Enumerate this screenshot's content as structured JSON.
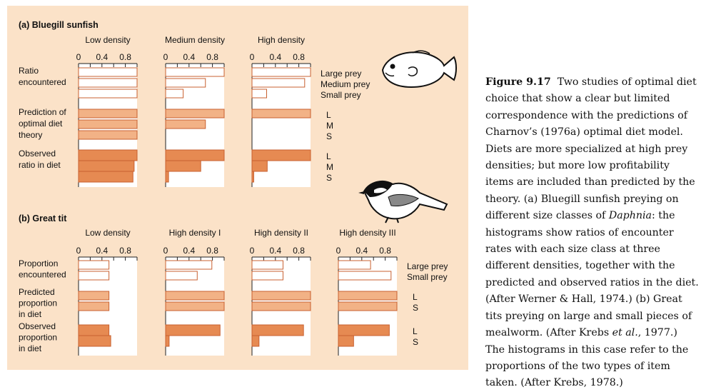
{
  "colors": {
    "panel_bg": "#fbe2c8",
    "box_bg": "#ffffff",
    "encountered_fill": "#ffffff",
    "predicted_fill": "#f2b286",
    "observed_fill": "#e68a52",
    "bar_stroke": "#c86030",
    "axis": "#222222"
  },
  "icons": [
    "sunfish-illustration",
    "great-tit-illustration"
  ],
  "chart_data": [
    {
      "type": "bar",
      "orientation": "horizontal",
      "title": "(a) Bluegill sunfish",
      "xlim": [
        0,
        1
      ],
      "ticks": [
        "0",
        "0.4",
        "0.8"
      ],
      "densities": [
        "Low density",
        "Medium density",
        "High density"
      ],
      "groups": [
        {
          "label": "Ratio encountered",
          "label_lines": [
            "Ratio",
            "encountered"
          ],
          "style": "encountered",
          "side_labels": [
            "Large prey",
            "Medium prey",
            "Small prey"
          ],
          "values": [
            [
              1.0,
              1.0,
              1.0
            ],
            [
              1.0,
              0.68,
              0.3
            ],
            [
              1.0,
              0.9,
              0.25
            ]
          ]
        },
        {
          "label": "Prediction of optimal diet theory",
          "label_lines": [
            "Prediction of",
            "optimal diet",
            "theory"
          ],
          "style": "predicted",
          "side_labels": [
            "L",
            "M",
            "S"
          ],
          "values": [
            [
              1.0,
              1.0,
              1.0
            ],
            [
              1.0,
              0.68,
              0.0
            ],
            [
              1.0,
              0.0,
              0.0
            ]
          ]
        },
        {
          "label": "Observed ratio in diet",
          "label_lines": [
            "Observed",
            "ratio in diet"
          ],
          "style": "observed",
          "side_labels": [
            "L",
            "M",
            "S"
          ],
          "values": [
            [
              1.0,
              0.95,
              0.93
            ],
            [
              1.0,
              0.6,
              0.05
            ],
            [
              1.0,
              0.26,
              0.03
            ]
          ]
        }
      ]
    },
    {
      "type": "bar",
      "orientation": "horizontal",
      "title": "(b) Great tit",
      "xlim": [
        0,
        1
      ],
      "ticks": [
        "0",
        "0.4",
        "0.8"
      ],
      "densities": [
        "Low density",
        "High density I",
        "High density II",
        "High density III"
      ],
      "groups": [
        {
          "label": "Proportion encountered",
          "label_lines": [
            "Proportion",
            "encountered"
          ],
          "style": "encountered",
          "side_labels": [
            "Large prey",
            "Small prey"
          ],
          "values": [
            [
              0.52,
              0.52
            ],
            [
              0.79,
              0.54
            ],
            [
              0.53,
              0.53
            ],
            [
              0.55,
              0.9
            ]
          ]
        },
        {
          "label": "Predicted proportion in diet",
          "label_lines": [
            "Predicted",
            "proportion",
            "in diet"
          ],
          "style": "predicted",
          "side_labels": [
            "L",
            "S"
          ],
          "values": [
            [
              0.52,
              0.52
            ],
            [
              1.0,
              1.0
            ],
            [
              1.0,
              1.0
            ],
            [
              1.0,
              1.0
            ]
          ]
        },
        {
          "label": "Observed proportion in diet",
          "label_lines": [
            "Observed",
            "proportion",
            "in diet"
          ],
          "style": "observed",
          "side_labels": [
            "L",
            "S"
          ],
          "values": [
            [
              0.52,
              0.55
            ],
            [
              0.93,
              0.06
            ],
            [
              0.88,
              0.12
            ],
            [
              0.87,
              0.26
            ]
          ]
        }
      ]
    }
  ],
  "caption": {
    "fig_label": "Figure 9.17",
    "text_1": "Two studies of optimal diet choice that show a clear but limited correspondence with the predictions of Charnov’s (1976a) optimal diet model. Diets are more specialized at high prey densities; but more low profitability items are included than predicted by the theory. (a) Bluegill sunfish preying on different size classes of ",
    "italic_1": "Daphnia",
    "text_2": ": the histograms show ratios of encounter rates with each size class at three different densities, together with the predicted and observed ratios in the diet. (After Werner & Hall, 1974.) (b) Great tits preying on large and small pieces of mealworm. (After Krebs ",
    "italic_2": "et al.",
    "text_3": ", 1977.) The histograms in this case refer to the proportions of the two types of item taken. (After Krebs, 1978.)"
  }
}
